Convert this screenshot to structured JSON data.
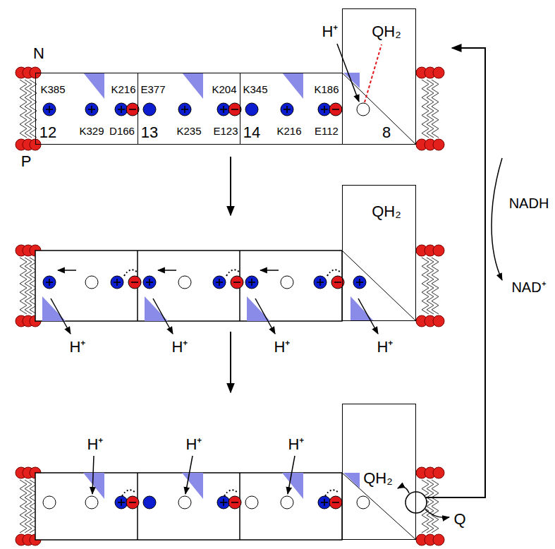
{
  "diagram": {
    "nodes": [
      {
        "text": [
          "K385",
          "K216",
          "K329",
          "D166",
          "12"
        ]
      },
      {
        "text": [
          "E377",
          "K204",
          "K235",
          "E123",
          "13"
        ]
      },
      {
        "text": [
          "K345",
          "K186",
          "K216",
          "E112",
          "14"
        ]
      },
      {
        "text": [
          "QH₂",
          "8"
        ]
      },
      {
        "text": [
          "QH₂"
        ]
      },
      {
        "text": [
          "QH₂"
        ]
      }
    ],
    "labels": [
      "N",
      "H⁺",
      "P",
      "NADH",
      "H⁺",
      "H⁺",
      "H⁺",
      "H⁺",
      "NAD⁺",
      "H⁺",
      "H⁺",
      "H⁺",
      "Q"
    ]
  }
}
